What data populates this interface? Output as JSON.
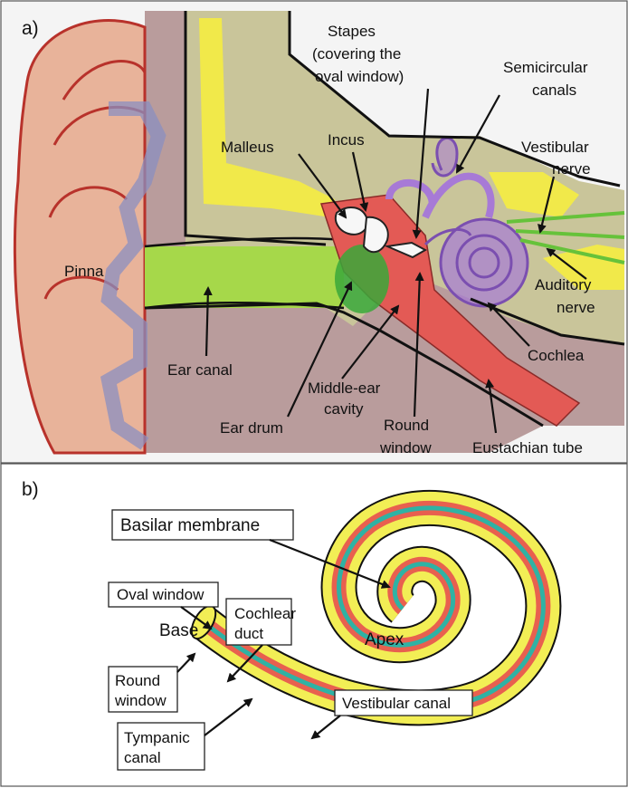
{
  "panel_a": {
    "panel_label": "a)",
    "labels": {
      "stapes": [
        "Stapes",
        "(covering the",
        "oval window)"
      ],
      "semicircular": [
        "Semicircular",
        "canals"
      ],
      "malleus": "Malleus",
      "incus": "Incus",
      "vestibular_nerve": [
        "Vestibular",
        "nerve"
      ],
      "pinna": "Pinna",
      "auditory_nerve": [
        "Auditory",
        "nerve"
      ],
      "cochlea": "Cochlea",
      "ear_canal": "Ear canal",
      "middle_ear": [
        "Middle-ear",
        "cavity"
      ],
      "ear_drum": "Ear drum",
      "round_window": [
        "Round",
        "window"
      ],
      "eustachian": "Eustachian tube"
    }
  },
  "panel_b": {
    "panel_label": "b)",
    "labels": {
      "basilar_membrane": "Basilar membrane",
      "oval_window": "Oval window",
      "cochlear_duct": [
        "Cochlear",
        "duct"
      ],
      "base": "Base",
      "apex": "Apex",
      "round_window": [
        "Round",
        "window"
      ],
      "vestibular_canal": "Vestibular canal",
      "tympanic_canal": [
        "Tympanic",
        "canal"
      ]
    }
  },
  "colors": {
    "skin": "#e9b49a",
    "skin_dark": "#b8322b",
    "bone": "#c8c79a",
    "tissue": "#ba9d9d",
    "fat_blue": "#9aa3c8",
    "yellow": "#f2ec4a",
    "green_canal": "#a8d84a",
    "drum_green": "#3aa83a",
    "middle_red": "#e35a55",
    "cochlea_purple": "#a77ad6",
    "spiral_yellow": "#f2ee55",
    "spiral_red": "#e8604f",
    "spiral_teal": "#2fb2a4"
  }
}
